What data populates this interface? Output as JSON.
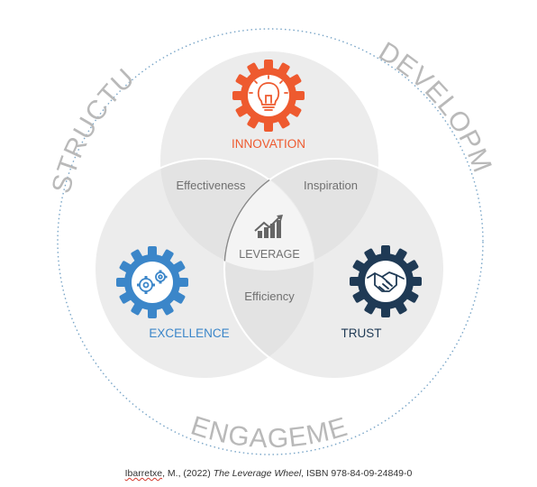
{
  "outer_labels": {
    "top_left": "STRUCTURE",
    "top_right": "DEVELOPMENT",
    "bottom": "ENGAGEMENT"
  },
  "circles": {
    "top": {
      "label": "INNOVATION",
      "icon": "lightbulb-gear-icon",
      "color": "#ee5a2f"
    },
    "left": {
      "label": "EXCELLENCE",
      "icon": "gears-in-gear-icon",
      "color": "#3b86c9"
    },
    "right": {
      "label": "TRUST",
      "icon": "handshake-gear-icon",
      "color": "#1f3a55"
    }
  },
  "overlaps": {
    "top_left": "Effectiveness",
    "top_right": "Inspiration",
    "left_right": "Efficiency",
    "center": "LEVERAGE",
    "center_icon": "growth-chart-icon"
  },
  "citation": {
    "author": "Ibarretxe",
    "rest": ", M., (2022) ",
    "book": "The Leverage Wheel",
    "isbn": ",  ISBN 978-84-09-24849-0"
  }
}
